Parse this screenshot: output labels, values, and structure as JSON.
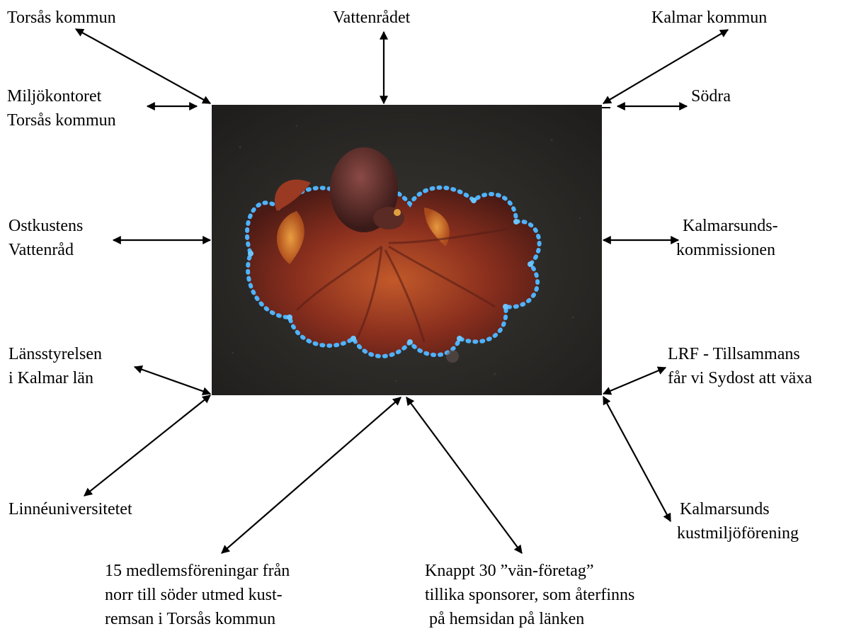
{
  "labels": {
    "torsas_kommun": [
      "Torsås kommun"
    ],
    "vattenradet": [
      "Vattenrådet"
    ],
    "kalmar_kommun": [
      "Kalmar kommun"
    ],
    "miljokontoret": [
      "Miljökontoret",
      "Torsås kommun"
    ],
    "sodra": [
      "Södra"
    ],
    "ostkustens": [
      "Ostkustens",
      "Vattenråd"
    ],
    "kalmarsundskommissionen": [
      "Kalmarsunds-",
      "kommissionen"
    ],
    "lansstyrelsen": [
      "Länsstyrelsen",
      "i Kalmar län"
    ],
    "lrf": [
      "LRF - Tillsammans",
      "får vi Sydost att växa"
    ],
    "linneuniversitetet": [
      "Linnéuniversitetet"
    ],
    "kustmiljoforening": [
      "Kalmarsunds",
      "kustmiljöförening"
    ],
    "medlemsforeningar": [
      "15 medlemsföreningar från",
      "norr till söder utmed kust-",
      "remsan i  Torsås kommun"
    ],
    "van_foretag": [
      "Knappt 30 ”vän-företag”",
      "tillika sponsorer, som återfinns",
      " på hemsidan på länken"
    ]
  },
  "colors": {
    "arrow": "#000000",
    "photo_background": "#2b2a27",
    "octopus_body": "#8a2f1e",
    "octopus_glow": "#d9821f",
    "suckers": "#4fb3ff"
  },
  "photo": {
    "subject": "octopus-photo"
  }
}
